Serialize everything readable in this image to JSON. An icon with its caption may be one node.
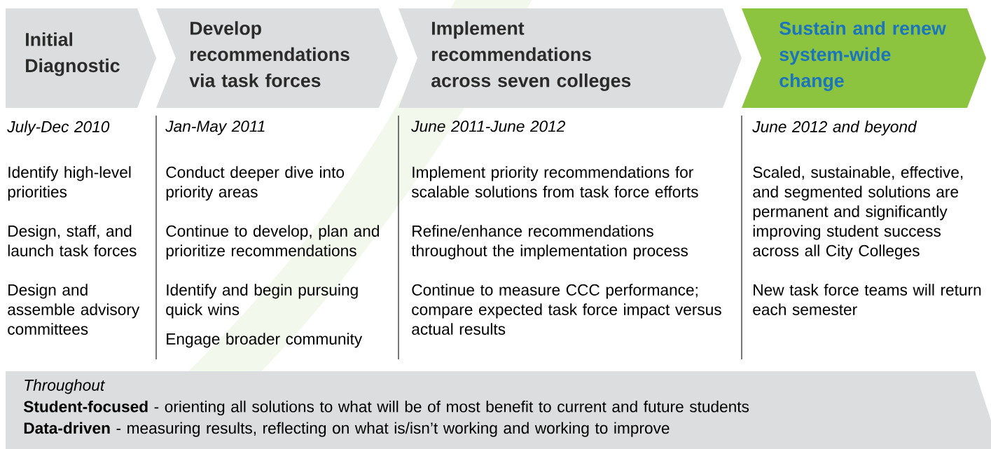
{
  "diagram": {
    "nodes": [
      {
        "text": [
          "Initial Diagnostic"
        ],
        "beside": [
          "July-Dec 2010",
          "Identify high-level priorities",
          "Design, staff, and launch task forces",
          "Design and assemble advisory committees"
        ]
      },
      {
        "text": [
          "Develop recommendations via task forces"
        ],
        "beside": [
          "Jan-May 2011",
          "Conduct deeper dive into priority areas",
          "Continue to develop, plan and prioritize recommendations",
          "Identify and begin pursuing quick wins",
          "Engage broader community"
        ]
      },
      {
        "text": [
          "Implement recommendations across seven colleges"
        ],
        "beside": [
          "June 2011-June 2012",
          "Implement priority recommendations for scalable solutions from task force efforts",
          "Refine/enhance recommendations throughout the implementation process",
          "Continue to measure CCC performance; compare expected task force impact versus actual results"
        ]
      },
      {
        "text": [
          "Sustain and renew system-wide change"
        ],
        "beside": [
          "June 2012 and beyond",
          "Scaled, sustainable, effective, and segmented solutions are permanent and significantly improving student success across all City Colleges",
          "New task force teams will return each semester"
        ]
      },
      {
        "text": [
          "Throughout",
          "**Student-focused** - orienting all solutions to what will be of most benefit to current and future students",
          "**Data-driven** - measuring results, reflecting on what is/isn’t working and working to improve"
        ]
      }
    ]
  }
}
